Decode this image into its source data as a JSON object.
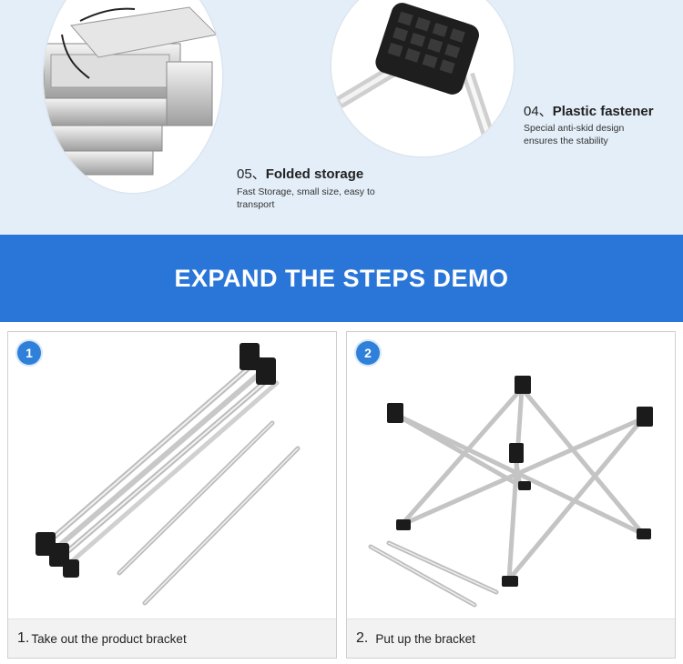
{
  "features": [
    {
      "number": "05、",
      "title": "Folded storage",
      "description": "Fast Storage, small size, easy to transport"
    },
    {
      "number": "04、",
      "title": "Plastic fastener",
      "description": "Special anti-skid design ensures the stability"
    }
  ],
  "banner": {
    "title": "EXPAND THE STEPS DEMO",
    "color": "#2a76d8"
  },
  "steps": [
    {
      "badge": "1",
      "number": "1.",
      "caption": "Take out the product bracket"
    },
    {
      "badge": "2",
      "number": "2.",
      "caption": "Put up the bracket"
    }
  ]
}
